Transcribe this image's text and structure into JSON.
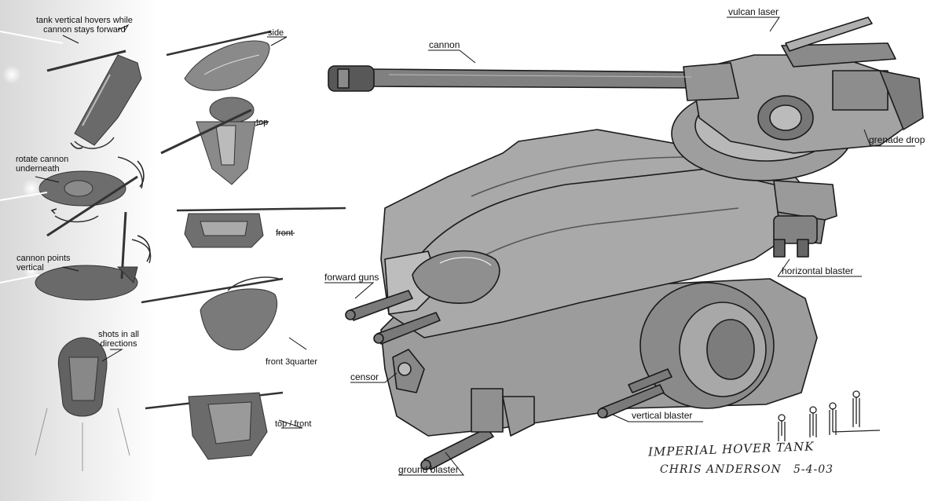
{
  "sketch_notes": {
    "hover": "tank vertical hovers while\ncannon stays forward",
    "side": "side",
    "top": "top",
    "front": "front",
    "rotate": "rotate cannon\nunderneath",
    "points": "cannon points\nvertical",
    "shots": "shots in all\ndirections",
    "front_3quarter": "front 3quarter",
    "top_front": "top / front"
  },
  "callouts": {
    "cannon": "cannon",
    "vulcan_laser": "vulcan laser",
    "grenade_drop": "grenade drop",
    "horizontal_blaster": "horizontal blaster",
    "forward_guns": "forward guns",
    "censor": "censor",
    "vertical_blaster": "vertical blaster",
    "ground_blaster": "ground blaster"
  },
  "signature": {
    "title": "IMPERIAL HOVER TANK",
    "artist": "CHRIS ANDERSON",
    "date": "5-4-03"
  },
  "colors": {
    "hull": "#a6a6a6",
    "hull_light": "#c4c4c4",
    "hull_dark": "#6f6f6f",
    "ink": "#1a1a1a",
    "sketch": "#3a3a3a"
  }
}
